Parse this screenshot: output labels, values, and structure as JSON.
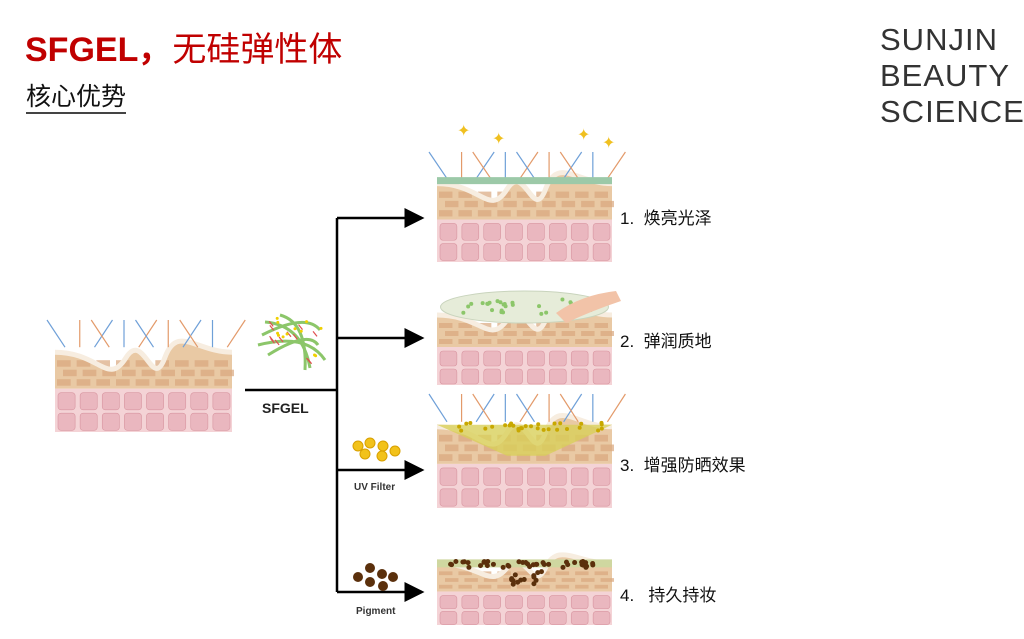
{
  "header": {
    "title_en": "SFGEL，",
    "title_cn": "无硅弹性体",
    "subtitle": "核心优势"
  },
  "logo": {
    "lines": [
      "SUNJIN",
      "BEAUTY",
      "SCIENCE"
    ]
  },
  "diagram": {
    "source_label": "SFGEL",
    "uv_filter_label": "UV Filter",
    "pigment_label": "Pigment",
    "benefits": [
      {
        "number": "1.",
        "text": "焕亮光泽"
      },
      {
        "number": "2.",
        "text": "弹润质地"
      },
      {
        "number": "3.",
        "text": "增强防晒效果"
      },
      {
        "number": "4.",
        "text": "持久持妆"
      }
    ]
  },
  "colors": {
    "title_red": "#c00000",
    "gel_green": "#8cc66a",
    "uv_yellow": "#f2c21a",
    "pigment_brown": "#5b300c"
  }
}
